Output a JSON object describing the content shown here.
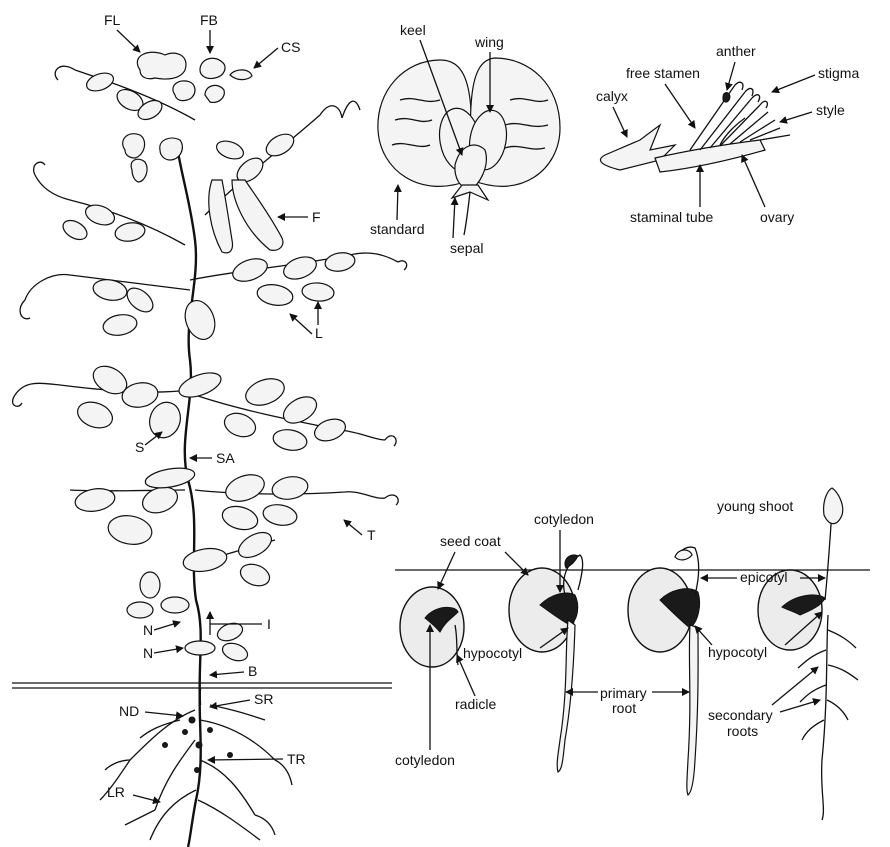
{
  "plant_labels": {
    "FL": "FL",
    "FB": "FB",
    "CS": "CS",
    "F": "F",
    "L": "L",
    "S": "S",
    "SA": "SA",
    "T": "T",
    "I": "I",
    "N1": "N",
    "N2": "N",
    "B": "B",
    "SR": "SR",
    "ND": "ND",
    "TR": "TR",
    "LR": "LR"
  },
  "flower_labels": {
    "keel": "keel",
    "wing": "wing",
    "standard": "standard",
    "sepal": "sepal"
  },
  "stamen_labels": {
    "anther": "anther",
    "free_stamen": "free stamen",
    "stigma": "stigma",
    "calyx": "calyx",
    "style": "style",
    "staminal_tube": "staminal tube",
    "ovary": "ovary"
  },
  "germination_labels": {
    "young_shoot": "young shoot",
    "cotyledon_top": "cotyledon",
    "seed_coat": "seed coat",
    "epicotyl": "epicotyl",
    "hypocotyl_left": "hypocotyl",
    "hypocotyl_right": "hypocotyl",
    "primary_root_1": "primary",
    "primary_root_2": "root",
    "secondary_roots_1": "secondary",
    "secondary_roots_2": "roots",
    "radicle": "radicle",
    "cotyledon_bottom": "cotyledon"
  }
}
